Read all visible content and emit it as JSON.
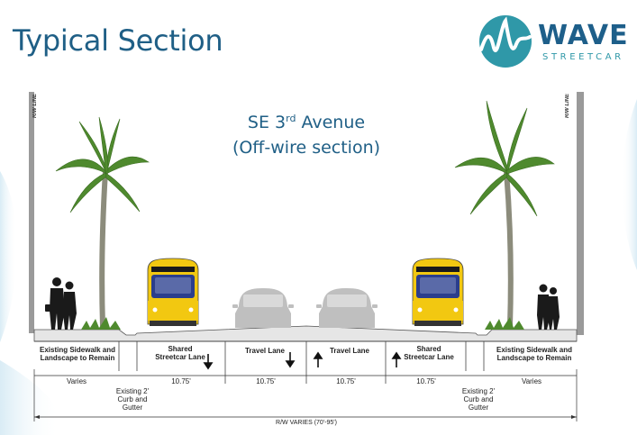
{
  "slide": {
    "title": "Typical Section",
    "logo_word": "WAVE",
    "logo_sub": "STREETCAR",
    "heading_line1_pre": "SE 3",
    "heading_line1_sup": "rd",
    "heading_line1_post": " Avenue",
    "heading_line2": "(Off-wire section)",
    "rw_line": "R/W LINE"
  },
  "labels": {
    "sidewalk_left": "Existing Sidewalk and Landscape to Remain",
    "sidewalk_right": "Existing Sidewalk and Landscape to Remain",
    "shared_left": "Shared Streetcar Lane",
    "shared_right": "Shared Streetcar Lane",
    "travel_left": "Travel Lane",
    "travel_right": "Travel Lane",
    "curb_left": "Existing 2' Curb and Gutter",
    "curb_right": "Existing 2' Curb and Gutter",
    "varies_left": "Varies",
    "varies_right": "Varies",
    "width_1": "10.75'",
    "width_2": "10.75'",
    "width_3": "10.75'",
    "width_4": "10.75'",
    "total": "R/W VARIES (70'-95')"
  },
  "colors": {
    "title": "#1f5f86",
    "logo_teal": "#2f98a8",
    "streetcar_yellow": "#f2c811",
    "streetcar_blue": "#2b3e8c",
    "car_gray": "#bfbfbf",
    "palm_green": "#4f8a2e"
  }
}
